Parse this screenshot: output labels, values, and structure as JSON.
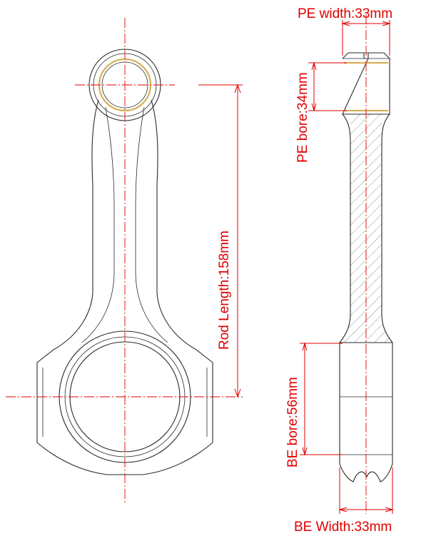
{
  "colors": {
    "dimension": "#e00000",
    "outline": "#2a2a2a",
    "bushing": "#d6b15a"
  },
  "labels": {
    "pe_width": "PE width:33mm",
    "pe_bore": "PE bore:34mm",
    "rod_length": "Rod Length:158mm",
    "be_bore": "BE bore:56mm",
    "be_width": "BE Width:33mm"
  }
}
